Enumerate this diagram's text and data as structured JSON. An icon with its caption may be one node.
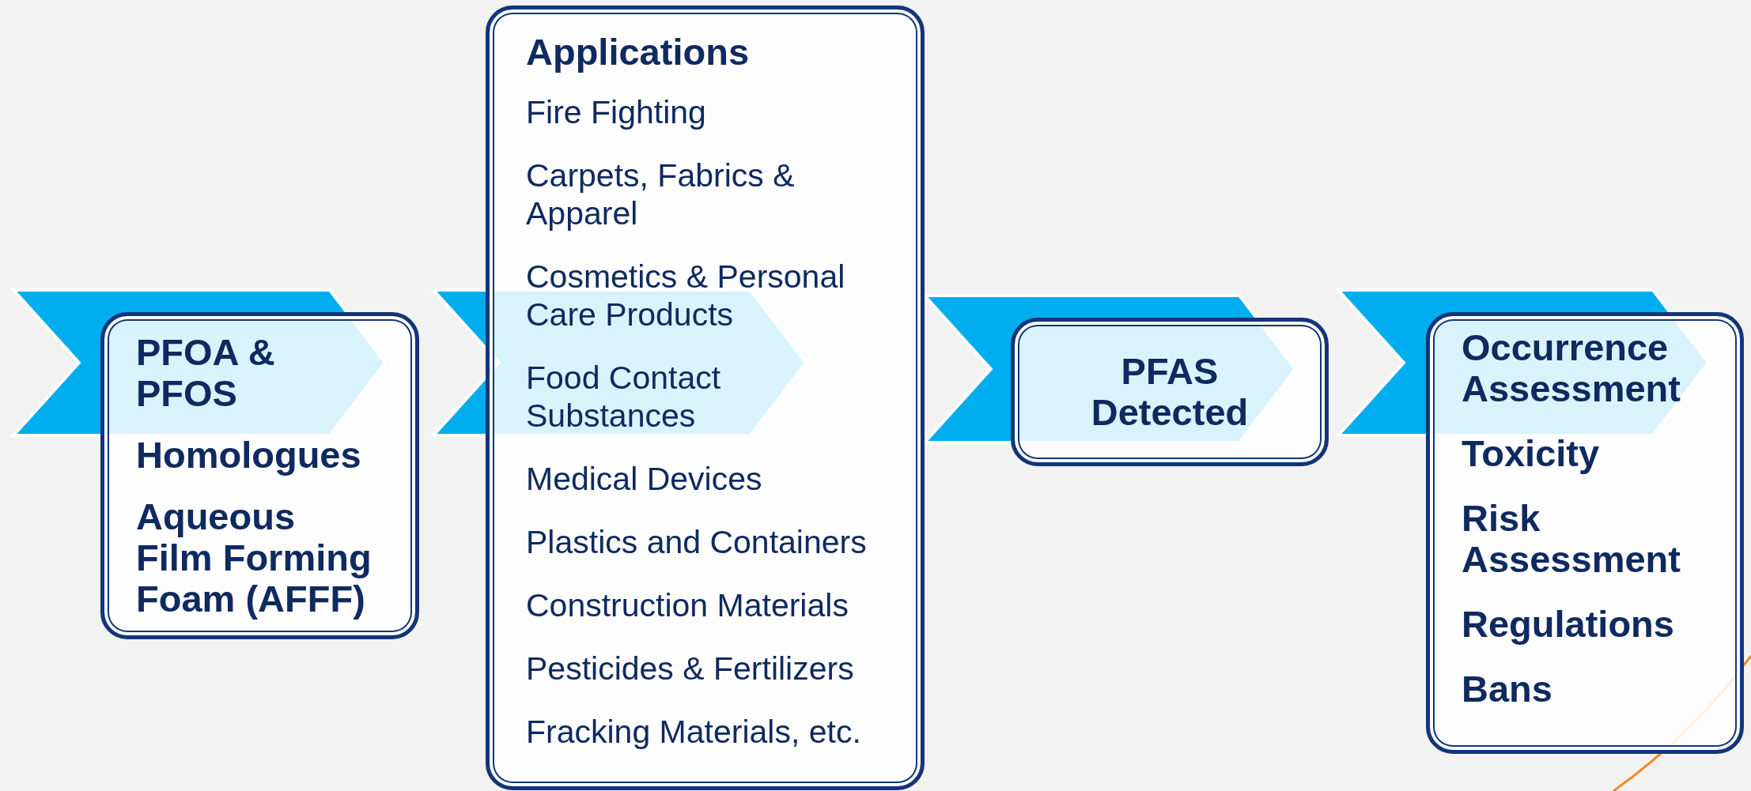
{
  "diagram": {
    "nodes": [
      {
        "text": [
          "PFOA & PFOS",
          "Homologues",
          "Aqueous Film Forming Foam (AFFF)"
        ]
      },
      {
        "text": [
          "Applications",
          "Fire Fighting",
          "Carpets, Fabrics & Apparel",
          "Cosmetics & Personal Care Products",
          "Food Contact Substances",
          "Medical Devices",
          "Plastics and Containers",
          "Construction Materials",
          "Pesticides & Fertilizers",
          "Fracking Materials, etc."
        ]
      },
      {
        "text": [
          "PFAS Detected"
        ]
      },
      {
        "text": [
          "Occurrence Assessment",
          "Toxicity",
          "Risk Assessment",
          "Regulations",
          "Bans"
        ]
      }
    ]
  }
}
